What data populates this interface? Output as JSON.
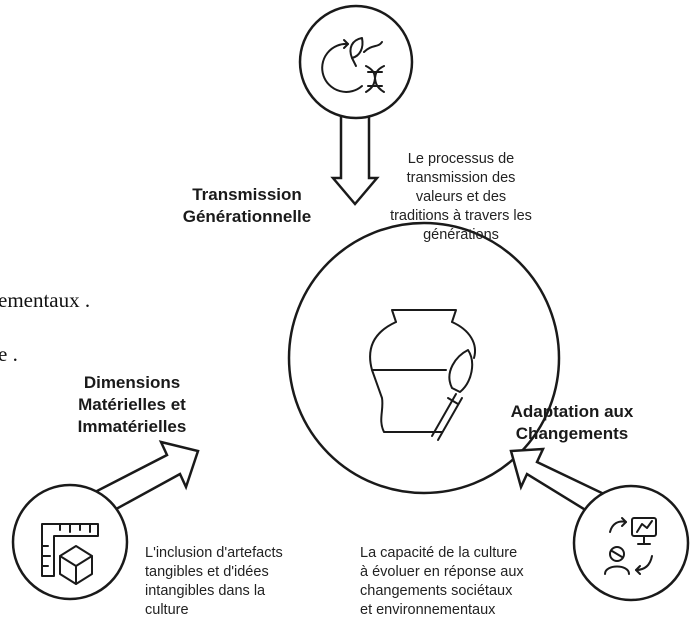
{
  "background_fragments": {
    "line1": "ementaux .",
    "line2": "e ."
  },
  "nodes": {
    "top": {
      "title": [
        "Transmission",
        "Générationnelle"
      ],
      "description": [
        "Le processus de",
        "transmission des",
        "valeurs et des",
        "traditions à travers les",
        "générations"
      ],
      "icon": "seedling-dna-cycle-icon"
    },
    "left": {
      "title": [
        "Dimensions",
        "Matérielles et",
        "Immatérielles"
      ],
      "description": [
        "L'inclusion d'artefacts",
        "tangibles et d'idées",
        "intangibles dans la",
        "culture"
      ],
      "icon": "ruler-cube-icon"
    },
    "right": {
      "title": [
        "Adaptation aux",
        "Changements"
      ],
      "description": [
        "La capacité de la culture",
        "à évoluer en réponse aux",
        "changements sociétaux",
        "et environnementaux"
      ],
      "icon": "person-presentation-cycle-icon"
    },
    "center": {
      "icon": "vase-paintbrush-icon"
    }
  },
  "colors": {
    "stroke": "#1a1a1a",
    "fill": "#ffffff"
  }
}
